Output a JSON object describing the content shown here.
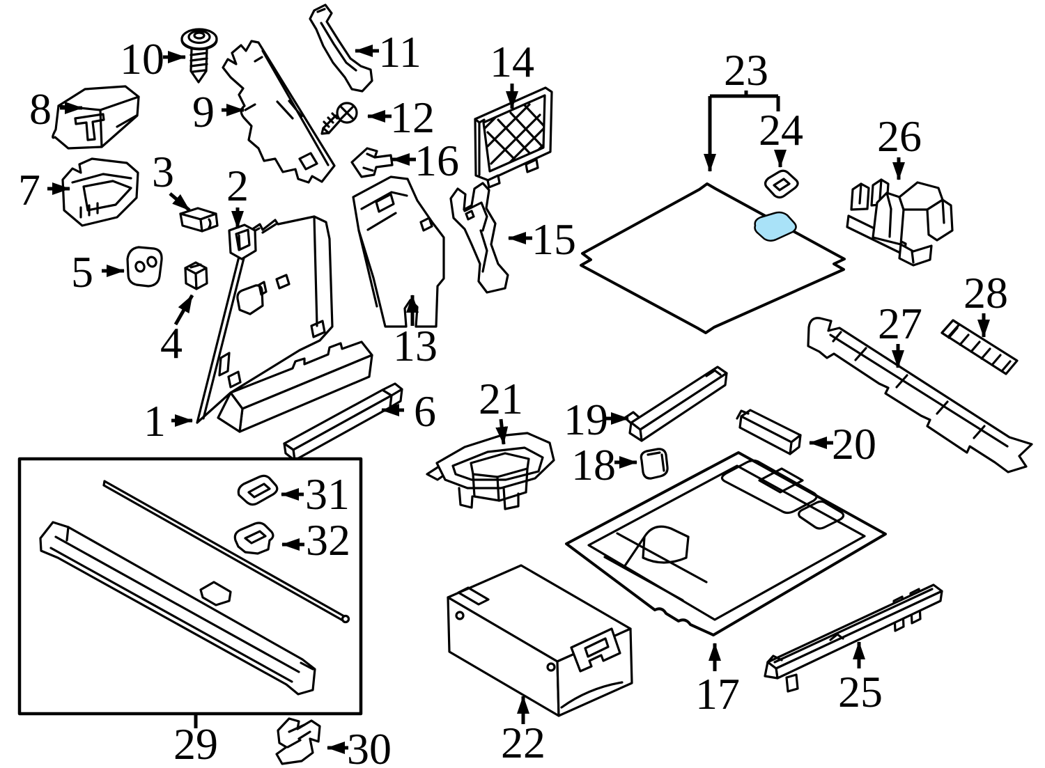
{
  "diagram": {
    "background": "#ffffff",
    "line_color": "#000000",
    "highlight_color": "#A9E2F8"
  },
  "parts": [
    {
      "label": "1"
    },
    {
      "label": "2"
    },
    {
      "label": "3"
    },
    {
      "label": "4"
    },
    {
      "label": "5"
    },
    {
      "label": "6"
    },
    {
      "label": "7"
    },
    {
      "label": "8"
    },
    {
      "label": "9"
    },
    {
      "label": "10"
    },
    {
      "label": "11"
    },
    {
      "label": "12"
    },
    {
      "label": "13"
    },
    {
      "label": "14"
    },
    {
      "label": "15"
    },
    {
      "label": "16"
    },
    {
      "label": "17"
    },
    {
      "label": "18"
    },
    {
      "label": "19"
    },
    {
      "label": "20"
    },
    {
      "label": "21"
    },
    {
      "label": "22"
    },
    {
      "label": "23"
    },
    {
      "label": "24"
    },
    {
      "label": "25"
    },
    {
      "label": "26"
    },
    {
      "label": "27"
    },
    {
      "label": "28"
    },
    {
      "label": "29"
    },
    {
      "label": "30"
    },
    {
      "label": "31"
    },
    {
      "label": "32"
    }
  ]
}
